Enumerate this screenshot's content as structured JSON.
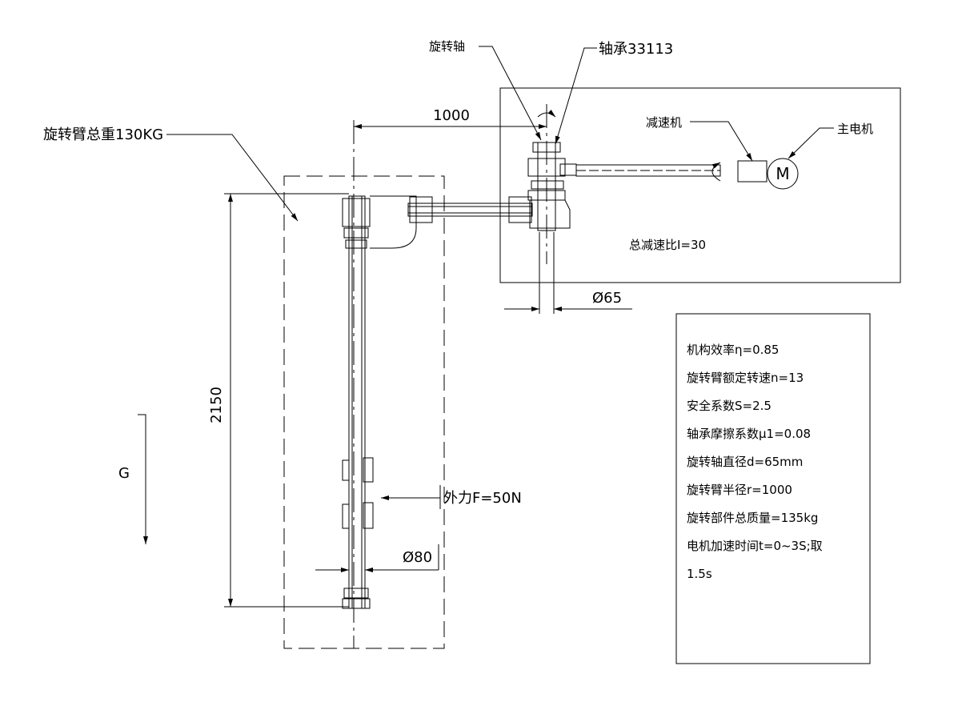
{
  "labels": {
    "rotation_shaft": "旋转轴",
    "bearing": "轴承33113",
    "arm_weight": "旋转臂总重130KG",
    "reducer": "减速机",
    "main_motor": "主电机",
    "motor_symbol": "M",
    "total_ratio": "总减速比I=30",
    "external_force": "外力F=50N",
    "gravity": "G"
  },
  "dimensions": {
    "arm_radius": "1000",
    "arm_height": "2150",
    "shaft_diameter": "Ø65",
    "column_diameter": "Ø80"
  },
  "parameters": [
    "机构效率η=0.85",
    "旋转臂额定转速n=13",
    "安全系数S=2.5",
    "轴承摩擦系数μ1=0.08",
    "旋转轴直径d=65mm",
    "旋转臂半径r=1000",
    "旋转部件总质量=135kg",
    "电机加速时间t=0~3S;取",
    "1.5s"
  ],
  "colors": {
    "line": "#000000",
    "background": "#ffffff"
  }
}
